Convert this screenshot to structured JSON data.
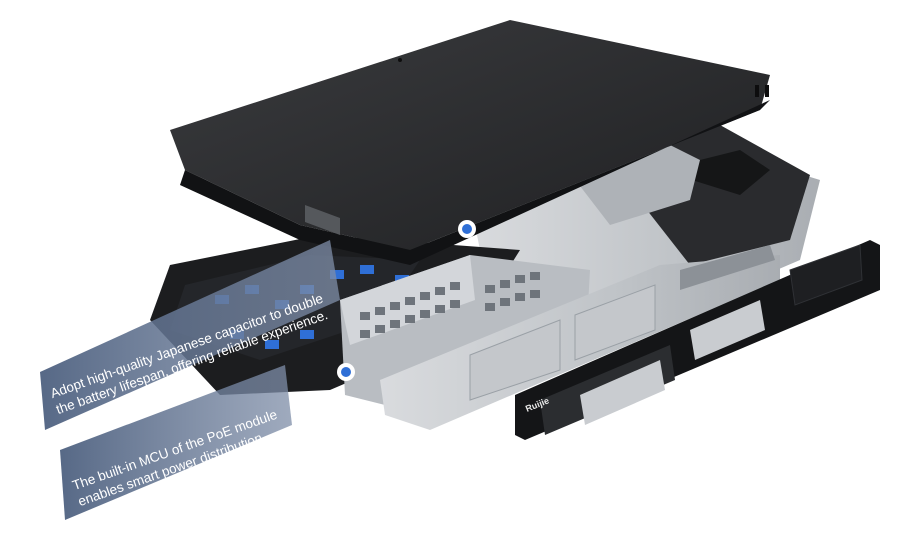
{
  "callouts": [
    {
      "line1": "Adopt high-quality Japanese capacitor to double",
      "line2": "the battery lifespan, offering reliable experience."
    },
    {
      "line1": "The built-in MCU of the PoE module",
      "line2": "enables smart power distribution."
    }
  ],
  "brand_logo": "Ruijie",
  "colors": {
    "callout_fill": "#5f7290",
    "marker": "#2f6fd6",
    "chassis_dark": "#2b2c2f",
    "chassis_metal": "#c9ccd0",
    "port_gray": "#9aa0a6"
  }
}
